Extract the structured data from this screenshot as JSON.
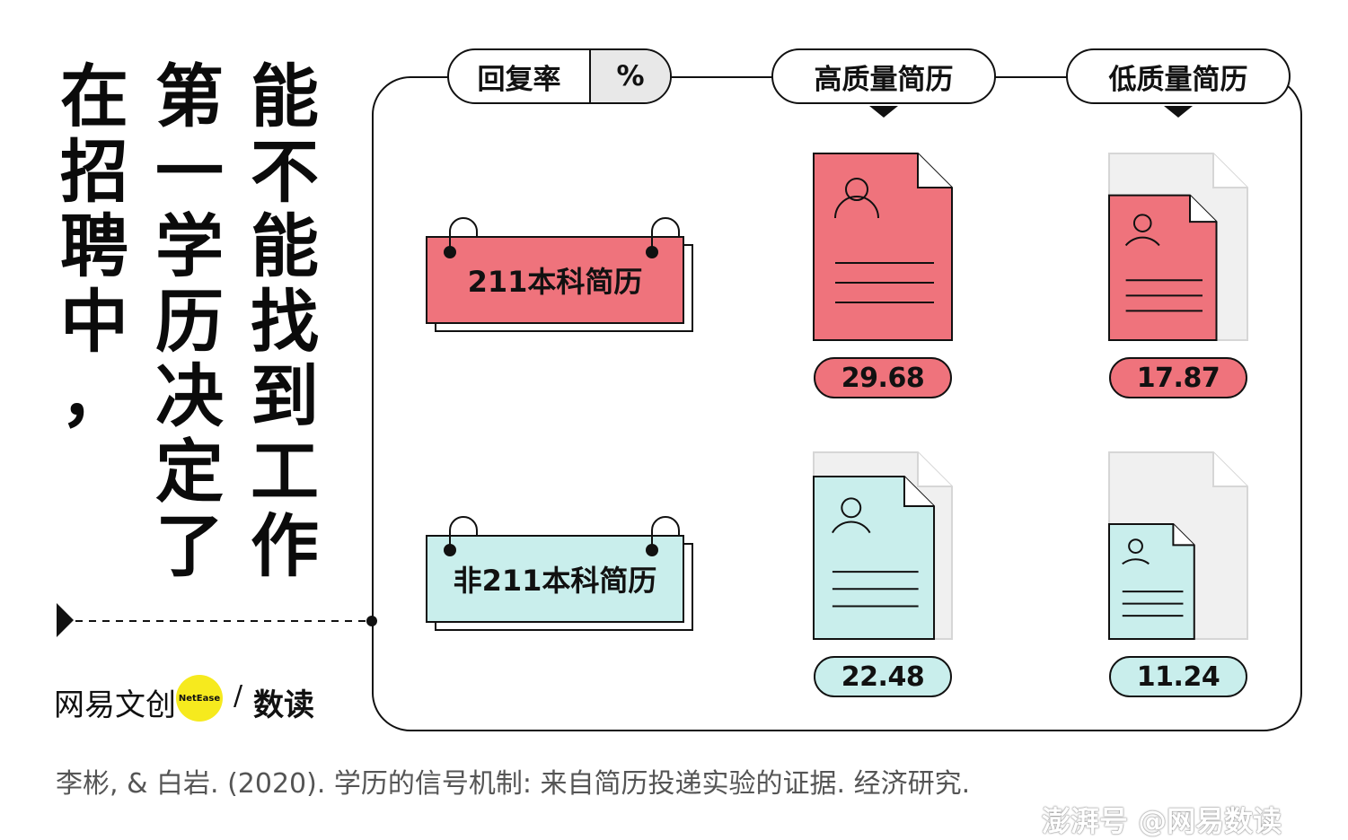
{
  "headline": {
    "col1": [
      "在",
      "招",
      "聘",
      "中",
      "，"
    ],
    "col2": [
      "第",
      "一",
      "学",
      "历",
      "决",
      "定",
      "了"
    ],
    "col3": [
      "能",
      "不",
      "能",
      "找",
      "到",
      "工",
      "作"
    ]
  },
  "header": {
    "rate_label": "回复率",
    "unit": "%",
    "col_high": "高质量简历",
    "col_low": "低质量简历"
  },
  "rows": [
    {
      "label": "211本科简历",
      "color": "#ef737c",
      "high": "29.68",
      "low": "17.87"
    },
    {
      "label": "非211本科简历",
      "color": "#c9eeec",
      "high": "22.48",
      "low": "11.24"
    }
  ],
  "chart_data": {
    "type": "table",
    "title": "",
    "columns": [
      "高质量简历",
      "低质量简历"
    ],
    "rows": [
      "211本科简历",
      "非211本科简历"
    ],
    "unit": "%",
    "series": [
      {
        "name": "高质量简历",
        "values": [
          29.68,
          22.48
        ]
      },
      {
        "name": "低质量简历",
        "values": [
          17.87,
          11.24
        ]
      }
    ],
    "max_value": 29.68
  },
  "logo": {
    "brand": "网易文创",
    "badge": "NetEase",
    "slash": "/",
    "product": "数读",
    "badge_color": "#f6ea1e"
  },
  "source": "李彬, & 白岩. (2020). 学历的信号机制: 来自简历投递实验的证据. 经济研究.",
  "watermark": "澎湃号 @网易数读",
  "colors": {
    "accent_red": "#ef737c",
    "accent_cyan": "#c9eeec",
    "ghost": "#f0f0f0",
    "ink": "#111111"
  }
}
